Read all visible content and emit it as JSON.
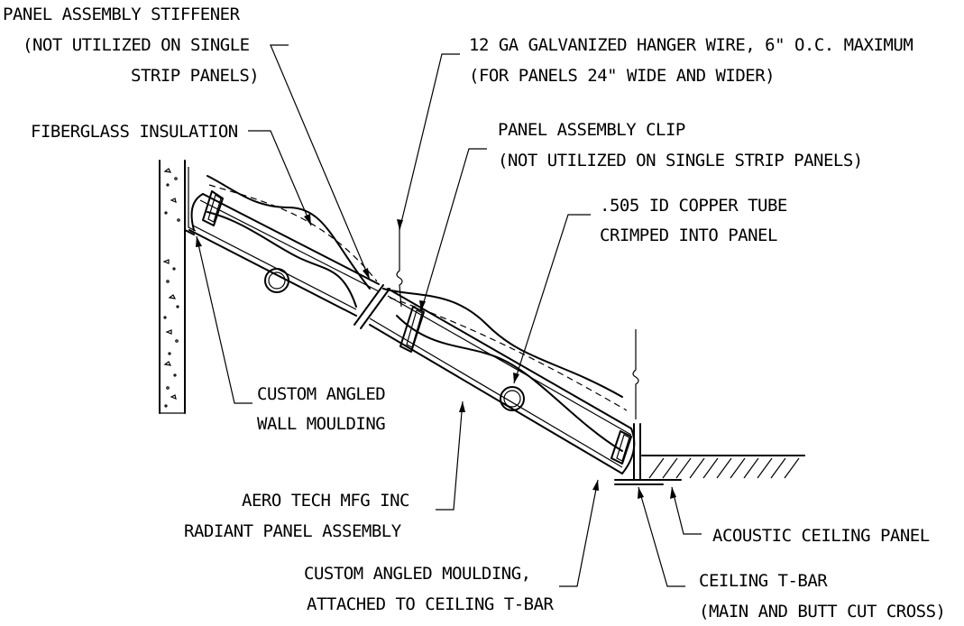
{
  "callouts": {
    "stiffener": {
      "line1": "PANEL ASSEMBLY STIFFENER",
      "line2": "(NOT UTILIZED ON SINGLE",
      "line3": "STRIP PANELS)"
    },
    "hanger_wire": {
      "line1": "12 GA GALVANIZED HANGER WIRE, 6\" O.C. MAXIMUM",
      "line2": "(FOR PANELS 24\" WIDE AND WIDER)"
    },
    "insulation": {
      "line1": "FIBERGLASS INSULATION"
    },
    "clip": {
      "line1": "PANEL ASSEMBLY CLIP",
      "line2": "(NOT UTILIZED ON SINGLE STRIP PANELS)"
    },
    "copper_tube": {
      "line1": ".505 ID COPPER TUBE",
      "line2": "CRIMPED INTO PANEL"
    },
    "wall_moulding": {
      "line1": "CUSTOM ANGLED",
      "line2": "WALL MOULDING"
    },
    "panel_assembly": {
      "line1": "AERO TECH MFG INC",
      "line2": "RADIANT PANEL ASSEMBLY"
    },
    "acoustic_panel": {
      "line1": "ACOUSTIC CEILING PANEL"
    },
    "ceiling_moulding": {
      "line1": "CUSTOM ANGLED MOULDING,",
      "line2": "ATTACHED TO CEILING T-BAR"
    },
    "tbar": {
      "line1": "CEILING T-BAR",
      "line2": "(MAIN AND BUTT CUT CROSS)"
    }
  }
}
